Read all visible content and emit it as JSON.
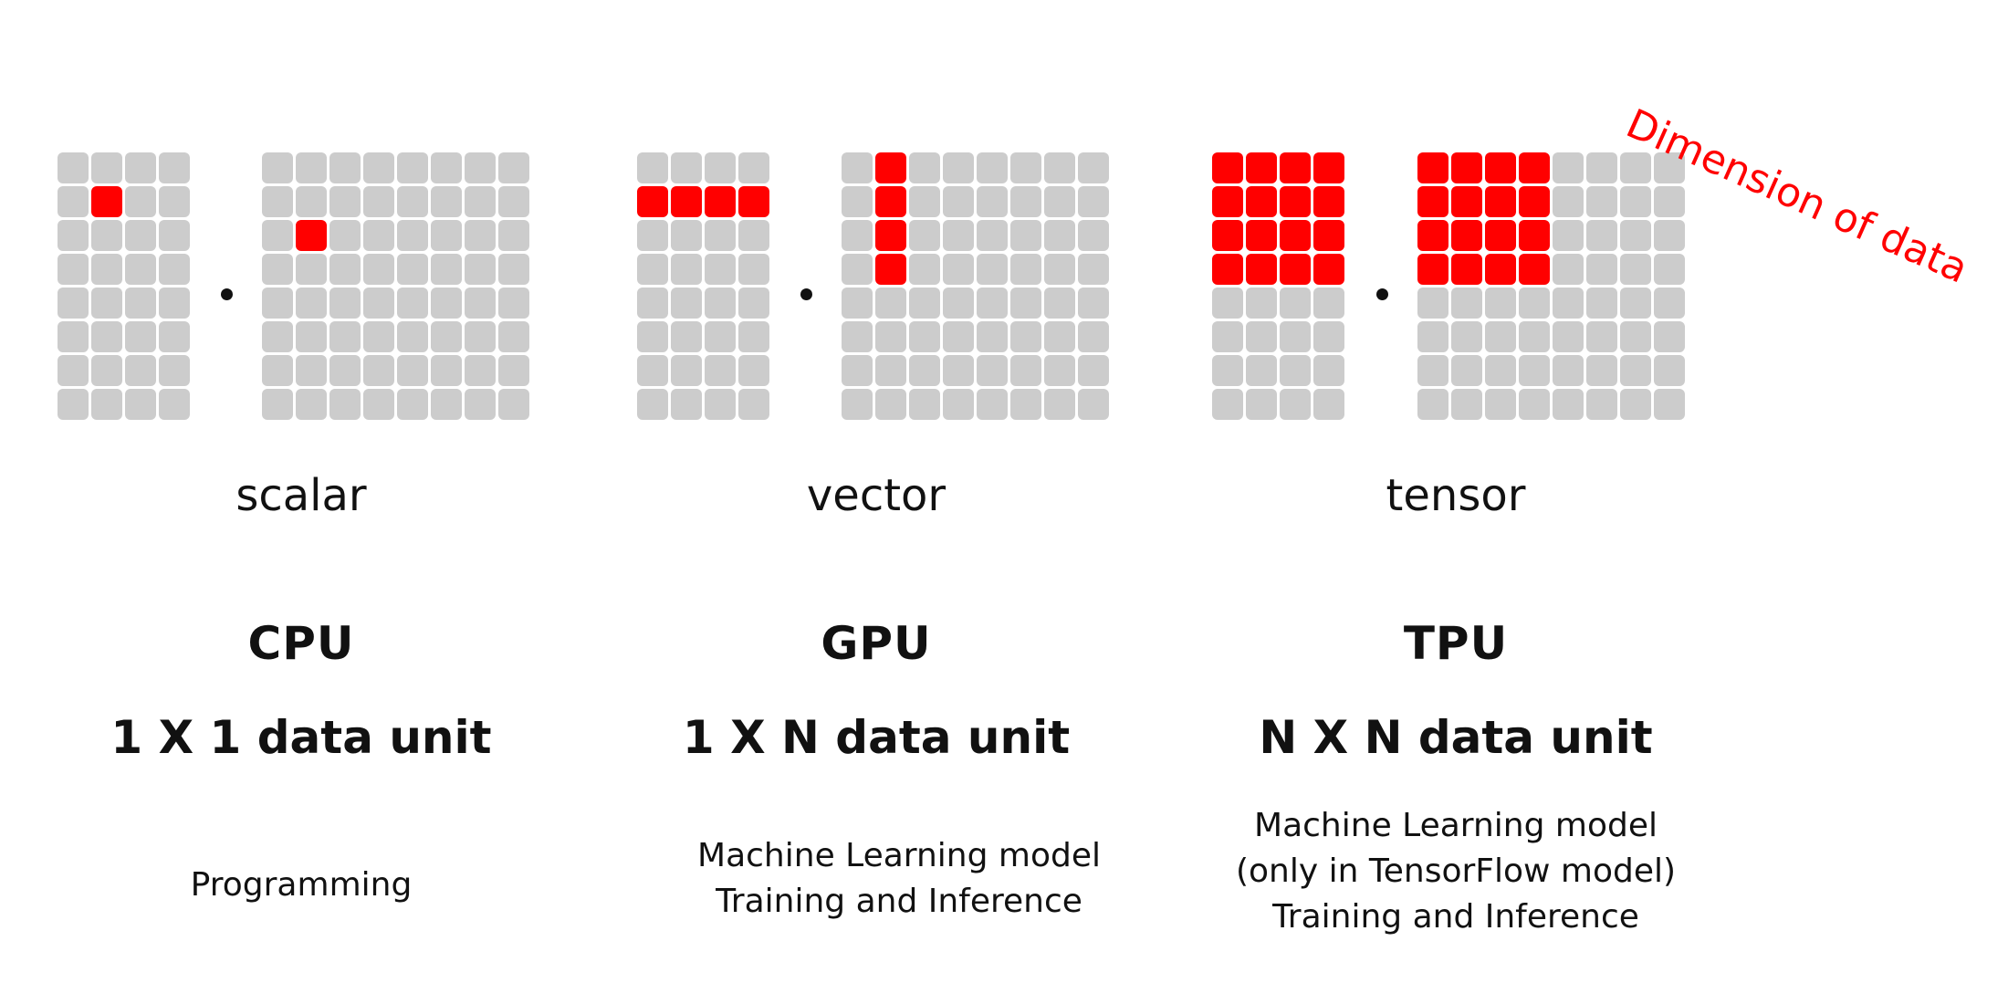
{
  "annotation": "Dimension of data",
  "colors": {
    "active": "#ff0000",
    "inactive": "#cccccc"
  },
  "grid_rows": 8,
  "panels": [
    {
      "label": "scalar",
      "unit": "CPU",
      "data_unit": "1 X 1 data unit",
      "use_case": [
        "Programming"
      ],
      "left_cols": 4,
      "right_cols": 8,
      "left_active": [
        [
          1,
          1
        ]
      ],
      "right_active": [
        [
          2,
          1
        ]
      ]
    },
    {
      "label": "vector",
      "unit": "GPU",
      "data_unit": "1 X N data unit",
      "use_case": [
        "Machine Learning model",
        "Training and Inference"
      ],
      "left_cols": 4,
      "right_cols": 8,
      "left_active": [
        [
          1,
          0
        ],
        [
          1,
          1
        ],
        [
          1,
          2
        ],
        [
          1,
          3
        ]
      ],
      "right_active": [
        [
          0,
          1
        ],
        [
          1,
          1
        ],
        [
          2,
          1
        ],
        [
          3,
          1
        ]
      ]
    },
    {
      "label": "tensor",
      "unit": "TPU",
      "data_unit": "N X N data unit",
      "use_case": [
        "Machine Learning model",
        "(only in TensorFlow model)",
        "Training and Inference"
      ],
      "left_cols": 4,
      "right_cols": 8,
      "left_active": [
        [
          0,
          0
        ],
        [
          0,
          1
        ],
        [
          0,
          2
        ],
        [
          0,
          3
        ],
        [
          1,
          0
        ],
        [
          1,
          1
        ],
        [
          1,
          2
        ],
        [
          1,
          3
        ],
        [
          2,
          0
        ],
        [
          2,
          1
        ],
        [
          2,
          2
        ],
        [
          2,
          3
        ],
        [
          3,
          0
        ],
        [
          3,
          1
        ],
        [
          3,
          2
        ],
        [
          3,
          3
        ]
      ],
      "right_active": [
        [
          0,
          0
        ],
        [
          0,
          1
        ],
        [
          0,
          2
        ],
        [
          0,
          3
        ],
        [
          1,
          0
        ],
        [
          1,
          1
        ],
        [
          1,
          2
        ],
        [
          1,
          3
        ],
        [
          2,
          0
        ],
        [
          2,
          1
        ],
        [
          2,
          2
        ],
        [
          2,
          3
        ],
        [
          3,
          0
        ],
        [
          3,
          1
        ],
        [
          3,
          2
        ],
        [
          3,
          3
        ]
      ]
    }
  ]
}
